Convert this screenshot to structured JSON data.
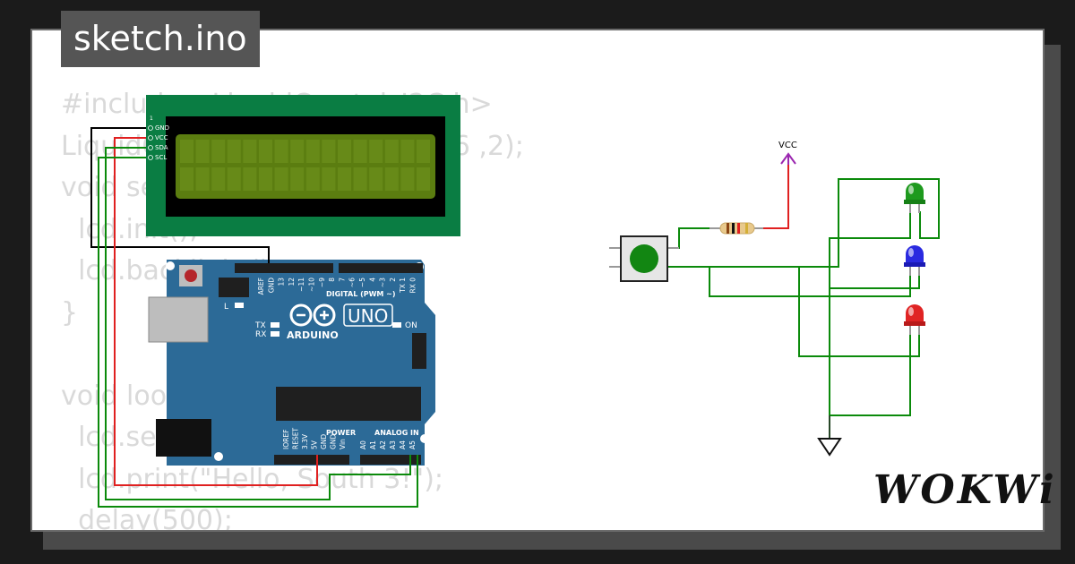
{
  "window": {
    "title": "sketch.ino"
  },
  "code_lines": [
    "#include <LiquidCrystal_I2C.h>",
    "LiquidCrystal_I2C lcd(0x27, 16 ,2);",
    "void setup() {",
    "  lcd.init();",
    "  lcd.backlight();",
    "}",
    "",
    "void loop() {",
    "  lcd.setCursor(0, 0);",
    "  lcd.print(\"Hello, South 3!\");",
    "  delay(500);"
  ],
  "lcd": {
    "pins": [
      "GND",
      "VCC",
      "SDA",
      "SCL"
    ]
  },
  "arduino": {
    "model": "UNO",
    "brand": "ARDUINO",
    "digital_header": "DIGITAL (PWM ~)",
    "power_header": "POWER",
    "analog_header": "ANALOG IN",
    "led_on_label": "ON",
    "led_l_label": "L",
    "led_tx_label": "TX",
    "led_rx_label": "RX",
    "top_pin_labels": [
      "AREF",
      "GND",
      "13",
      "12",
      "~11",
      "~10",
      "~9",
      "8",
      "7",
      "~6",
      "~5",
      "4",
      "~3",
      "2",
      "TX 1",
      "RX 0"
    ],
    "power_pin_labels": [
      "IOREF",
      "RESET",
      "3.3V",
      "5V",
      "GND",
      "GND",
      "Vin"
    ],
    "analog_pin_labels": [
      "A0",
      "A1",
      "A2",
      "A3",
      "A4",
      "A5"
    ]
  },
  "circuit": {
    "vcc_label": "VCC"
  },
  "brand": {
    "logo_text": "WOKWi"
  },
  "colors": {
    "background": "#1b1b1b",
    "card": "#ffffff",
    "title_tab": "#555555",
    "code_text": "#d9d9d9",
    "lcd_board": "#0a7d43",
    "lcd_screen": "#5b7d10",
    "arduino_board": "#2c6a97",
    "wire_green": "#0b8a0b",
    "wire_red": "#e02020",
    "wire_black": "#000000",
    "vcc_purple": "#9b27b0",
    "led_green": "#1e9a1e",
    "led_blue": "#2a2ae0",
    "led_red": "#e02424"
  }
}
